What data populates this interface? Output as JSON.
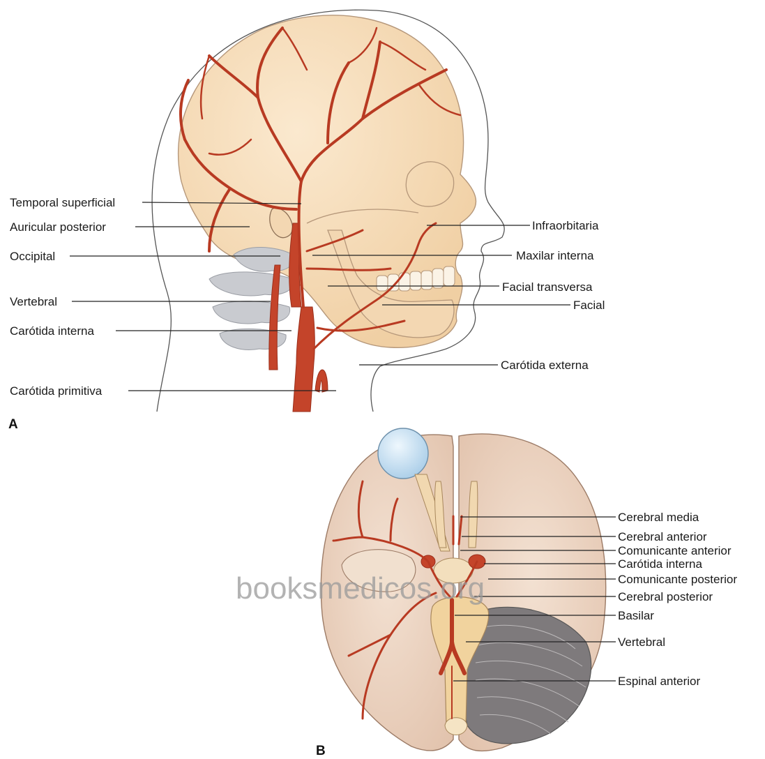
{
  "panel_a": {
    "letter": "A",
    "labels": {
      "temporal_superficial": "Temporal superficial",
      "auricular_posterior": "Auricular posterior",
      "occipital": "Occipital",
      "vertebral": "Vertebral",
      "carotida_interna": "Carótida interna",
      "carotida_primitiva": "Carótida primitiva",
      "infraorbitaria": "Infraorbitaria",
      "maxilar_interna": "Maxilar interna",
      "facial_transversa": "Facial transversa",
      "facial": "Facial",
      "carotida_externa": "Carótida externa"
    }
  },
  "panel_b": {
    "letter": "B",
    "labels": {
      "cerebral_media": "Cerebral media",
      "cerebral_anterior": "Cerebral anterior",
      "comunicante_anterior": "Comunicante anterior",
      "carotida_interna": "Carótida interna",
      "comunicante_posterior": "Comunicante posterior",
      "cerebral_posterior": "Cerebral posterior",
      "basilar": "Basilar",
      "vertebral": "Vertebral",
      "espinal_anterior": "Espinal anterior"
    }
  },
  "watermark": "booksmedicos.org",
  "colors": {
    "artery": "#c4442a",
    "skull": "#f6dcb8",
    "brain": "#ecd3c0",
    "vertebra": "#c9cbd0",
    "eye": "#cfe4f4"
  }
}
